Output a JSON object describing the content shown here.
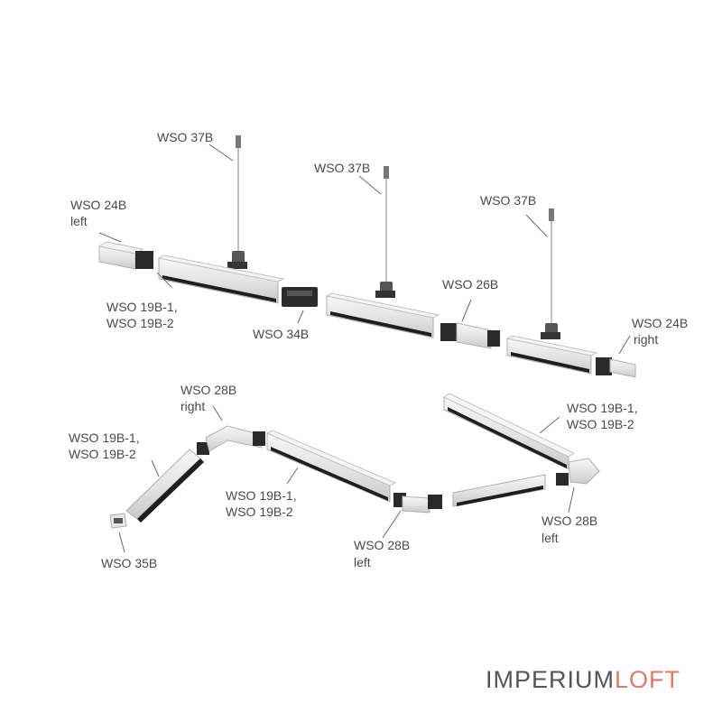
{
  "labels": {
    "susp_1": "WSO 37B",
    "susp_2": "WSO 37B",
    "susp_3": "WSO 37B",
    "end_left_top_1": "WSO 24B",
    "end_left_top_2": "left",
    "rail_top_1a": "WSO 19B-1,",
    "rail_top_1b": "WSO 19B-2",
    "connector_34": "WSO 34B",
    "feed_26": "WSO 26B",
    "end_right_1": "WSO 24B",
    "end_right_2": "right",
    "corner_right_1": "WSO 28B",
    "corner_right_2": "right",
    "rail_left_a": "WSO 19B-1,",
    "rail_left_b": "WSO 19B-2",
    "rail_mid_a": "WSO 19B-1,",
    "rail_mid_b": "WSO 19B-2",
    "rail_upright_a": "WSO 19B-1,",
    "rail_upright_b": "WSO 19B-2",
    "cap_35": "WSO 35B",
    "corner_left_mid_1": "WSO 28B",
    "corner_left_mid_2": "left",
    "corner_left_right_1": "WSO 28B",
    "corner_left_right_2": "left"
  },
  "brand": {
    "part1": "IMPERIUM",
    "part2": "LOFT",
    "color1": "#555555",
    "color2": "#e0796b"
  },
  "colors": {
    "rail_body": "#e4e4e4",
    "rail_edge": "#b8b8b8",
    "rail_slot": "#1e1e1e",
    "connector": "#2a2a2a"
  }
}
